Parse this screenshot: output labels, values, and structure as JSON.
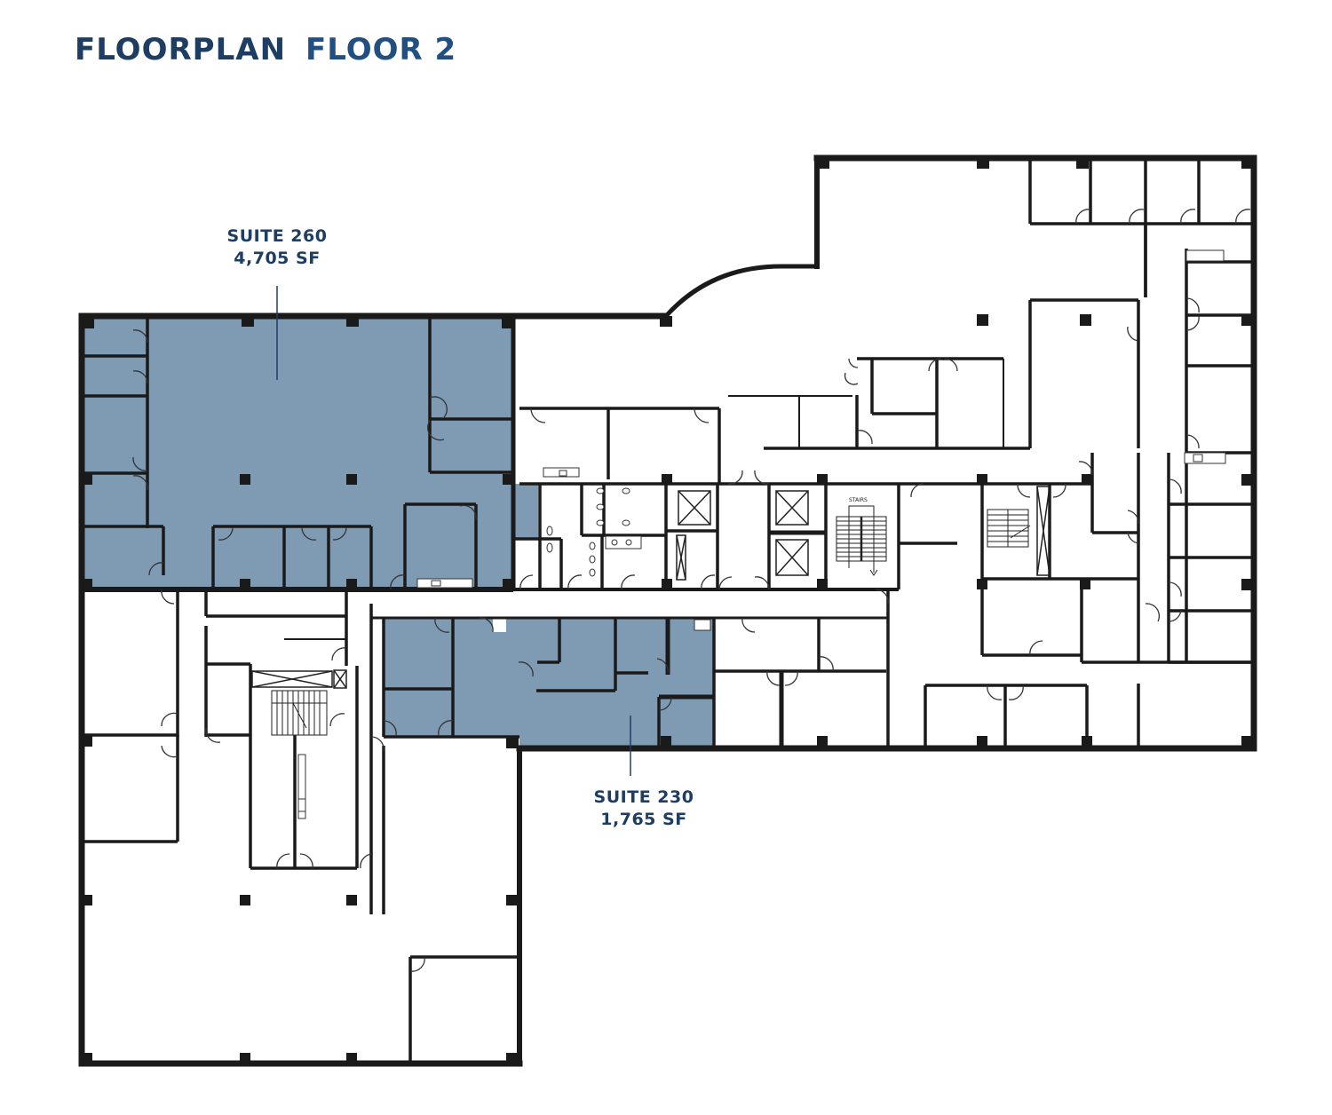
{
  "header": {
    "title_part1": "FLOORPLAN",
    "title_part2": "FLOOR 2"
  },
  "suites": [
    {
      "name": "SUITE 260",
      "area": "4,705 SF",
      "status": "available",
      "highlight_color": "#7f9bb3"
    },
    {
      "name": "SUITE 230",
      "area": "1,765 SF",
      "status": "available",
      "highlight_color": "#7f9bb3"
    }
  ],
  "core": {
    "stair_label": "STAIRS"
  },
  "colors": {
    "title": "#1d3d62",
    "wall": "#1a1a1a",
    "available_suite": "#7f9bb3",
    "background": "#ffffff"
  }
}
